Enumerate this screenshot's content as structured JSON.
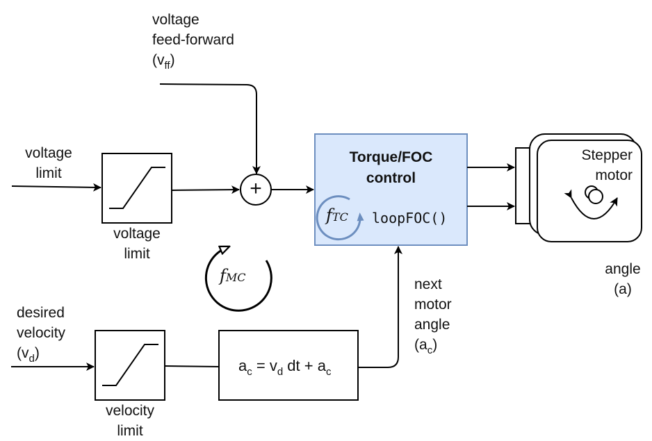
{
  "inputs": {
    "voltage_ff": {
      "line1": "voltage",
      "line2": "feed-forward",
      "paren_open": "(v",
      "sub": "ff",
      "paren_close": ")"
    },
    "voltage_limit_in": {
      "line1": "voltage",
      "line2": "limit"
    },
    "desired_velocity": {
      "line1": "desired",
      "line2": "velocity",
      "paren_open": "(v",
      "sub": "d",
      "paren_close": ")"
    }
  },
  "blocks": {
    "voltage_limiter": {
      "line1": "voltage",
      "line2": "limit"
    },
    "velocity_limiter": {
      "line1": "velocity",
      "line2": "limit"
    },
    "summer": {
      "symbol": "+"
    },
    "foc": {
      "title_line1": "Torque/FOC",
      "title_line2": "control",
      "loop_f": "f",
      "loop_sub": "TC",
      "function": "loopFOC()"
    },
    "integrator": {
      "a": "a",
      "a_sub": "c",
      "eq": " = v",
      "v_sub": "d",
      "rest": " dt + a",
      "a2_sub": "c"
    },
    "motor": {
      "line1": "Stepper",
      "line2": "motor"
    }
  },
  "loop_mc": {
    "f": "f",
    "sub": "MC"
  },
  "outputs": {
    "next_angle": {
      "line1": "next",
      "line2": "motor",
      "line3": "angle",
      "paren_open": "(a",
      "sub": "c",
      "paren_close": ")"
    },
    "angle": {
      "line1": "angle",
      "line2": "(a)"
    }
  },
  "colors": {
    "foc_fill": "#dae8fc",
    "foc_border": "#6c8ebf",
    "loop_tc": "#6c8ebf",
    "stroke": "#000000"
  }
}
